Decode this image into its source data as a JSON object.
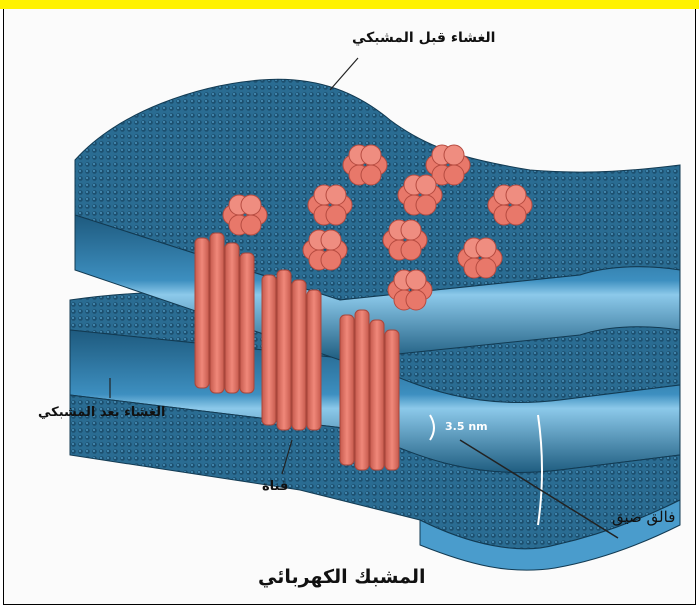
{
  "diagram": {
    "labels": {
      "presynaptic_membrane": "الغشاء قبل المشبكي",
      "postsynaptic_membrane": "الغشاء بعد المشبكي",
      "channel": "قناة",
      "narrow_cleft": "فالق ضيق",
      "title": "المشبك الكهربائي",
      "gap_measure": "3.5 nm"
    },
    "colors": {
      "membrane_dark": "#1f5d80",
      "membrane_mid": "#2f7ea8",
      "membrane_light": "#6fb6dd",
      "protein": "#e8786a",
      "protein_dark": "#b54b40",
      "highlight_border": "#fff200"
    }
  }
}
